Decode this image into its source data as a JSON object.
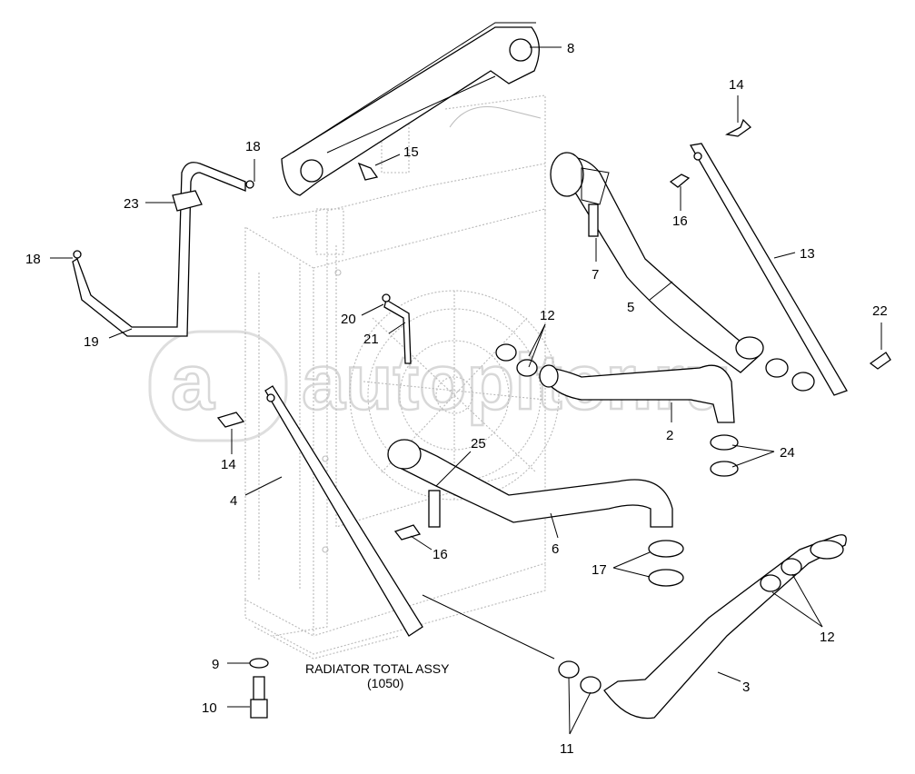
{
  "assembly": {
    "title_line1": "RADIATOR TOTAL ASSY",
    "title_line2": "(1050)"
  },
  "watermark": {
    "text": "autopiter.ru",
    "logo_letter": "a"
  },
  "callouts": [
    {
      "id": "c8",
      "text": "8"
    },
    {
      "id": "c14a",
      "text": "14"
    },
    {
      "id": "c18a",
      "text": "18"
    },
    {
      "id": "c15",
      "text": "15"
    },
    {
      "id": "c23",
      "text": "23"
    },
    {
      "id": "c16a",
      "text": "16"
    },
    {
      "id": "c18b",
      "text": "18"
    },
    {
      "id": "c7",
      "text": "7"
    },
    {
      "id": "c13",
      "text": "13"
    },
    {
      "id": "c5",
      "text": "5"
    },
    {
      "id": "c22",
      "text": "22"
    },
    {
      "id": "c20",
      "text": "20"
    },
    {
      "id": "c12a",
      "text": "12"
    },
    {
      "id": "c19",
      "text": "19"
    },
    {
      "id": "c21",
      "text": "21"
    },
    {
      "id": "c14b",
      "text": "14"
    },
    {
      "id": "c2",
      "text": "2"
    },
    {
      "id": "c25",
      "text": "25"
    },
    {
      "id": "c24",
      "text": "24"
    },
    {
      "id": "c4",
      "text": "4"
    },
    {
      "id": "c16b",
      "text": "16"
    },
    {
      "id": "c6",
      "text": "6"
    },
    {
      "id": "c17",
      "text": "17"
    },
    {
      "id": "c12b",
      "text": "12"
    },
    {
      "id": "c9",
      "text": "9"
    },
    {
      "id": "c3",
      "text": "3"
    },
    {
      "id": "c10",
      "text": "10"
    },
    {
      "id": "c11",
      "text": "11"
    }
  ]
}
